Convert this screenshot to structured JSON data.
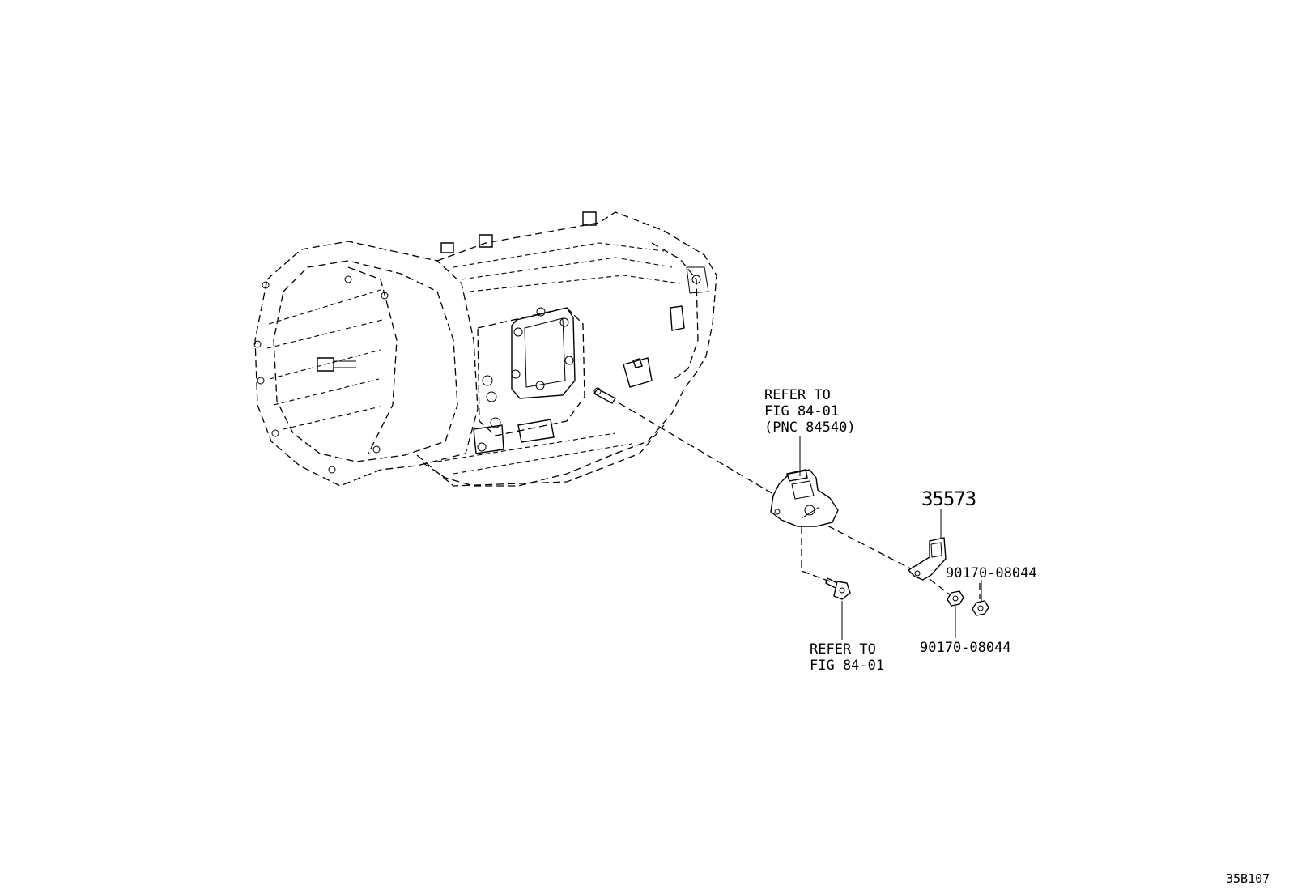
{
  "labels": {
    "sensor_ref": [
      "REFER TO",
      "FIG 84-01",
      "(PNC 84540)"
    ],
    "bracket_part": "35573",
    "nut_upper": "90170-08044",
    "nut_lower": "90170-08044",
    "bolt_ref": [
      "REFER TO",
      "FIG 84-01"
    ],
    "figure_code": "35B107"
  }
}
